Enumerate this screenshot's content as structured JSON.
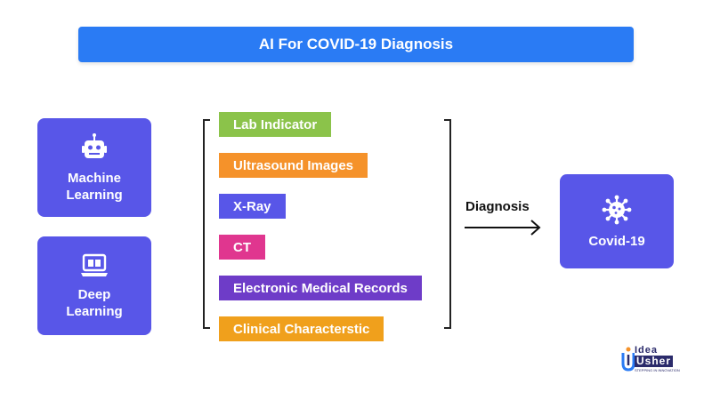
{
  "title": "AI For COVID-19 Diagnosis",
  "methods": [
    {
      "label_line1": "Machine",
      "label_line2": "Learning",
      "icon": "robot-icon"
    },
    {
      "label_line1": "Deep",
      "label_line2": "Learning",
      "icon": "laptop-book-icon"
    }
  ],
  "inputs": [
    {
      "label": "Lab Indicator",
      "color": "#8BC34A"
    },
    {
      "label": "Ultrasound Images",
      "color": "#F5922A"
    },
    {
      "label": "X-Ray",
      "color": "#5856E8"
    },
    {
      "label": "CT",
      "color": "#E0368F"
    },
    {
      "label": "Electronic Medical Records",
      "color": "#6E3CC8"
    },
    {
      "label": "Clinical Characterstic",
      "color": "#F0A01C"
    }
  ],
  "arrow_label": "Diagnosis",
  "result": {
    "label": "Covid-19",
    "icon": "virus-icon"
  },
  "logo": {
    "word1": "Idea",
    "word2": "Usher",
    "tagline": "STEPPING IN INNOVATION"
  },
  "colors": {
    "primary": "#5856E8",
    "title_bar": "#2A7BF4"
  }
}
